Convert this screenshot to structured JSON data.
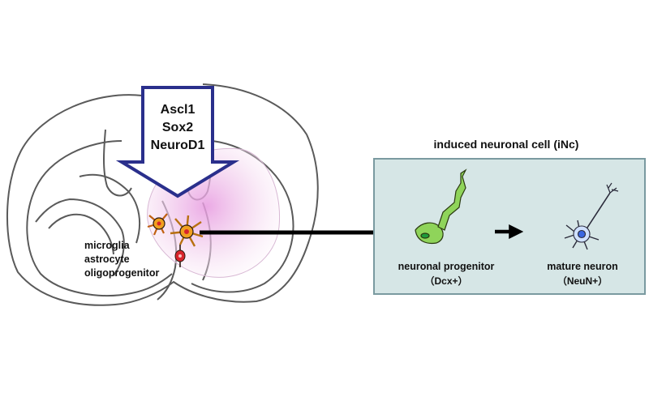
{
  "factors": [
    "Ascl1",
    "Sox2",
    "NeuroD1"
  ],
  "source_cells": [
    "microglia",
    "astrocyte",
    "oligoprogenitor"
  ],
  "panel": {
    "title": "induced neuronal cell (iNc)",
    "stages": [
      {
        "name": "neuronal progenitor",
        "marker": "（Dcx+）"
      },
      {
        "name": "mature neuron",
        "marker": "（NeuN+）"
      }
    ]
  },
  "colors": {
    "outline": "#5a5a5a",
    "arrow_border": "#2a2f8c",
    "panel_fill": "#d6e6e6",
    "panel_border": "#7a9aa0",
    "highlight": "#f3d2ee",
    "progenitor_fill": "#8fd45a",
    "neuron_fill": "#cfe0ff",
    "nucleus": "#3a66e0",
    "cell_orange": "#f0a020",
    "cell_red": "#d8242c"
  },
  "icons": [
    "brain-coronal-section",
    "block-arrow-down",
    "microglia-icon",
    "astrocyte-icon",
    "oligodendrocyte-icon",
    "neuronal-progenitor-icon",
    "mature-neuron-icon",
    "arrow-right-icon"
  ]
}
